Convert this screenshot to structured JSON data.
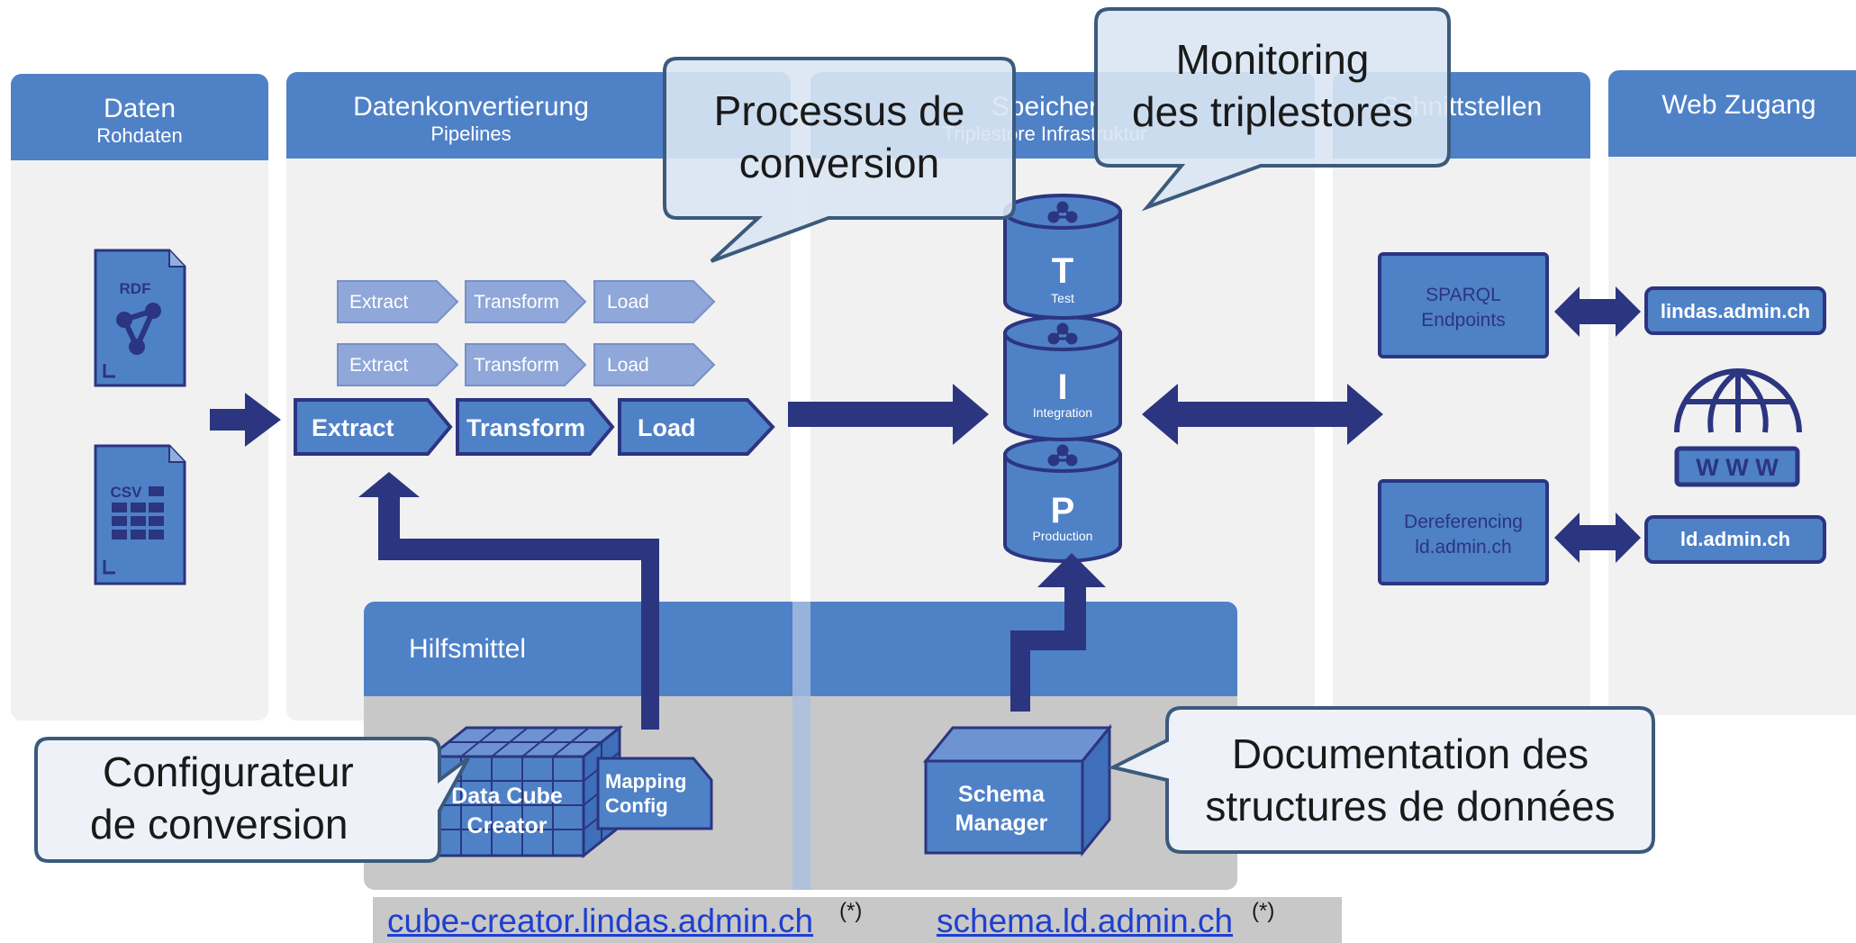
{
  "columns": {
    "daten": {
      "title": "Daten",
      "subtitle": "Rohdaten"
    },
    "konvertierung": {
      "title": "Datenkonvertierung",
      "subtitle": "Pipelines"
    },
    "speicher": {
      "title": "Speicher",
      "subtitle": "Triplestore Infrastruktur"
    },
    "schnittstellen": {
      "title": "Schnittstellen"
    },
    "web": {
      "title": "Web Zugang"
    }
  },
  "files": {
    "rdf": "RDF",
    "csv": "CSV"
  },
  "pipeline": {
    "extract": "Extract",
    "transform": "Transform",
    "load": "Load"
  },
  "stores": [
    {
      "letter": "T",
      "label": "Test"
    },
    {
      "letter": "I",
      "label": "Integration"
    },
    {
      "letter": "P",
      "label": "Production"
    }
  ],
  "interfaces": {
    "sparql": [
      "SPARQL",
      "Endpoints"
    ],
    "deref": [
      "Dereferencing",
      "ld.admin.ch"
    ],
    "lindas": "lindas.admin.ch",
    "ld": "ld.admin.ch",
    "www": "W W W"
  },
  "tools": {
    "title": "Hilfsmittel",
    "cube": [
      "Data Cube",
      "Creator"
    ],
    "mapping": [
      "Mapping",
      "Config"
    ],
    "schema": [
      "Schema",
      "Manager"
    ]
  },
  "callouts": {
    "conversion": [
      "Processus de",
      "conversion"
    ],
    "monitoring": [
      "Monitoring",
      "des triplestores"
    ],
    "configurator": [
      "Configurateur",
      "de conversion"
    ],
    "documentation": [
      "Documentation des",
      "structures de données"
    ]
  },
  "links": {
    "cube_creator": "cube-creator.lindas.admin.ch",
    "schema": "schema.ld.admin.ch",
    "note": "(*)"
  },
  "colors": {
    "header_blue": "#4f81c7",
    "dark_navy": "#2b3580",
    "column_bg": "#f1f1f1",
    "tools_bg": "#c8c8c8",
    "link_blue": "#1f3fd0"
  }
}
